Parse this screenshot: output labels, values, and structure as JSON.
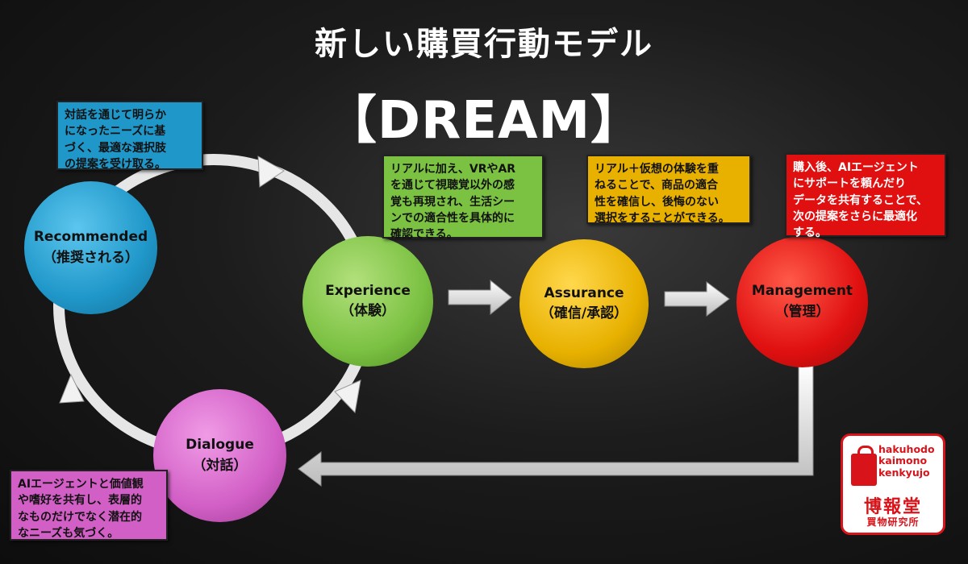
{
  "title": "新しい購買行動モデル",
  "subtitle": "【DREAM】",
  "stages": {
    "recommended": {
      "en": "Recommended",
      "jp": "（推奨される）"
    },
    "experience": {
      "en": "Experience",
      "jp": "（体験）"
    },
    "assurance": {
      "en": "Assurance",
      "jp": "（確信/承認）"
    },
    "management": {
      "en": "Management",
      "jp": "（管理）"
    },
    "dialogue": {
      "en": "Dialogue",
      "jp": "（対話）"
    }
  },
  "notes": {
    "recommended": [
      "対話を通じて明らか",
      "になったニーズに基",
      "づく、最適な選択肢",
      "の提案を受け取る。"
    ],
    "experience": [
      "リアルに加え、VRやAR",
      "を通じて視聴覚以外の感",
      "覚も再現され、生活シー",
      "ンでの適合性を具体的に",
      "確認できる。"
    ],
    "assurance": [
      "リアル＋仮想の体験を重",
      "ねることで、商品の適合",
      "性を確信し、後悔のない",
      "選択をすることができる。"
    ],
    "management": [
      "購入後、AIエージェント",
      "にサポートを頼んだり",
      "データを共有することで、",
      "次の提案をさらに最適化",
      "する。"
    ],
    "dialogue": [
      "AIエージェントと価値観",
      "や嗜好を共有し、表層的",
      "なものだけでなく潜在的",
      "なニーズも気づく。"
    ]
  },
  "colors": {
    "recommended": "#1f97c9",
    "experience": "#7bc142",
    "assurance": "#e8b100",
    "management": "#e01010",
    "dialogue": "#d25fc6",
    "logo": "#d8141a"
  },
  "logo": {
    "en": [
      "hakuhodo",
      "kaimono",
      "kenkyujo"
    ],
    "jp": "博報堂",
    "jp_sub": "買物研究所",
    "icon": "shopping-bag-icon"
  }
}
